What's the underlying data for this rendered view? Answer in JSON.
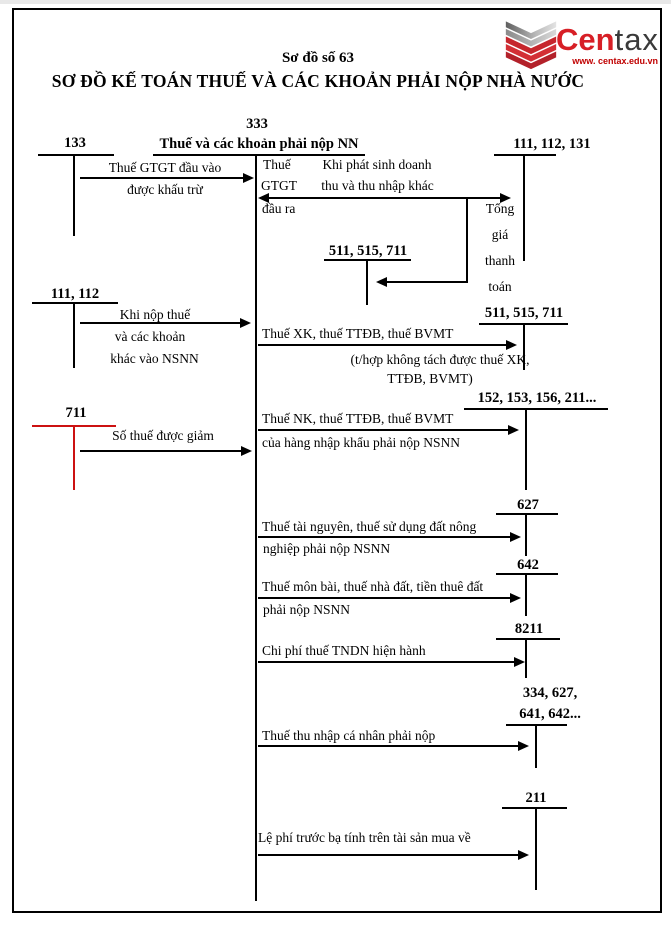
{
  "header": {
    "scheme_number": "Sơ đồ số 63",
    "title": "SƠ ĐỒ KẾ TOÁN THUẾ VÀ CÁC KHOẢN PHẢI NỘP NHÀ NƯỚC"
  },
  "logo": {
    "brand_part1": "Cen",
    "brand_part2": "tax",
    "website": "www. centax.edu.vn",
    "colors": {
      "red": "#d71f26",
      "dark": "#3a3a3a",
      "gray": "#9a9a9a"
    }
  },
  "central_account": {
    "number": "333",
    "name": "Thuế và các khoản phải nộp NN"
  },
  "accounts": {
    "debit_133": "133",
    "debit_111_112": "111, 112",
    "debit_711": "711",
    "credit_111_112_131": "111, 112, 131",
    "credit_511_515_711_vat": "511, 515, 711",
    "credit_511_515_711_export": "511, 515, 711",
    "credit_152_153_156_211": "152, 153, 156, 211...",
    "credit_627": "627",
    "credit_642": "642",
    "credit_8211": "8211",
    "credit_334_627_line1": "334, 627,",
    "credit_334_627_line2": "641, 642...",
    "credit_211": "211"
  },
  "flow_labels": {
    "vat_input_1": "Thuế GTGT đầu vào",
    "vat_input_2": "được khấu trừ",
    "vat_output_1": "Thuế",
    "vat_output_2": "GTGT",
    "vat_output_3": "đầu ra",
    "revenue_1": "Khi phát sinh doanh",
    "revenue_2": "thu và thu nhập khác",
    "total_payment_1": "Tổng",
    "total_payment_2": "giá",
    "total_payment_3": "thanh",
    "total_payment_4": "toán",
    "tax_payment_1": "Khi nộp thuế",
    "tax_payment_2": "và các khoản",
    "tax_payment_3": "khác vào NSNN",
    "export_tax_1": "Thuế XK, thuế TTĐB, thuế BVMT",
    "export_tax_2": "(t/hợp không tách được thuế XK,",
    "export_tax_3": "TTĐB, BVMT)",
    "tax_reduction": "Số thuế được giảm",
    "import_tax_1": "Thuế NK, thuế TTĐB, thuế BVMT",
    "import_tax_2": "của hàng nhập khẩu phải nộp NSNN",
    "resource_tax_1": "Thuế tài nguyên, thuế sử dụng đất nông",
    "resource_tax_2": "nghiệp phải nộp NSNN",
    "license_tax_1": "Thuế môn bài, thuế nhà đất, tiền thuê đất",
    "license_tax_2": "phải nộp NSNN",
    "cit_expense": "Chi phí thuế TNDN hiện hành",
    "pit_payable": "Thuế thu nhập cá nhân phải nộp",
    "registration_fee": "Lệ phí trước bạ tính trên tài sản mua về"
  },
  "colors": {
    "line": "#000000",
    "red_line": "#cc1111",
    "top_strip": "#e8e8e8"
  }
}
